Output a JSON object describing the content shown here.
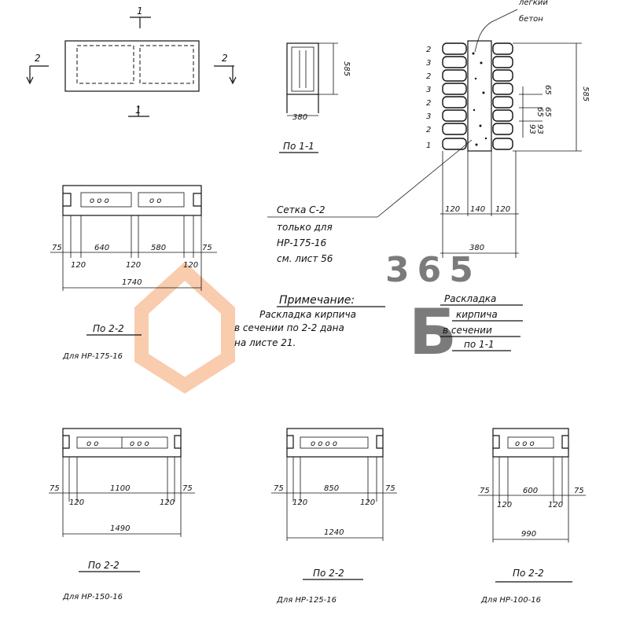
{
  "plan": {
    "section_marks": [
      "1",
      "1",
      "2",
      "2"
    ]
  },
  "section_1_1": {
    "height": "585",
    "width": "380",
    "title": "По 1-1"
  },
  "brick_layout": {
    "concrete_label_1": "легкий",
    "concrete_label_2": "бетон",
    "row_numbers": [
      "2",
      "3",
      "2",
      "3",
      "2",
      "3",
      "2",
      "1"
    ],
    "right_dims": [
      "65",
      "65",
      "65",
      "93",
      "93"
    ],
    "height": "585",
    "bottom_dims": [
      "120",
      "140",
      "120"
    ],
    "total_width": "380",
    "title_1": "Раскладка",
    "title_2": "кирпича",
    "title_3": "в сечении",
    "title_4": "по 1-1"
  },
  "mesh_note": {
    "line1": "Сетка С-2",
    "line2": "только для",
    "line3": "НР-175-16",
    "line4": "см. лист 56"
  },
  "note": {
    "title": "Примечание:",
    "line1": "Раскладка кирпича",
    "line2": "в сечении по 2-2 дана",
    "line3": "на листе 21."
  },
  "section_175": {
    "panel_text_left": "о о о",
    "panel_text_right": "о о",
    "dims_top": [
      "75",
      "640",
      "580",
      "75"
    ],
    "dims_mid": [
      "120",
      "120",
      "120"
    ],
    "total": "1740",
    "title": "По 2-2",
    "subtitle": "Для НР-175-16"
  },
  "section_150": {
    "panel_text_left": "о о",
    "panel_text_right": "о о о",
    "dims_top": [
      "75",
      "1100",
      "75"
    ],
    "dims_mid": [
      "120",
      "120"
    ],
    "total": "1490",
    "title": "По 2-2",
    "subtitle": "Для НР-150-16"
  },
  "section_125": {
    "panel_text": "о о о о",
    "dims_top": [
      "75",
      "850",
      "75"
    ],
    "dims_mid": [
      "120",
      "120"
    ],
    "total": "1240",
    "title": "По 2-2",
    "subtitle": "Для НР-125-16"
  },
  "section_100": {
    "panel_text": "о о о",
    "dims_top": [
      "75",
      "600",
      "75"
    ],
    "dims_mid": [
      "120",
      "120"
    ],
    "total": "990",
    "title": "По 2-2",
    "subtitle": "Для НР-100-16"
  },
  "watermark": {
    "number": "365",
    "text": "Б"
  },
  "colors": {
    "ink": "#111111",
    "watermark": "#f4a36b"
  }
}
